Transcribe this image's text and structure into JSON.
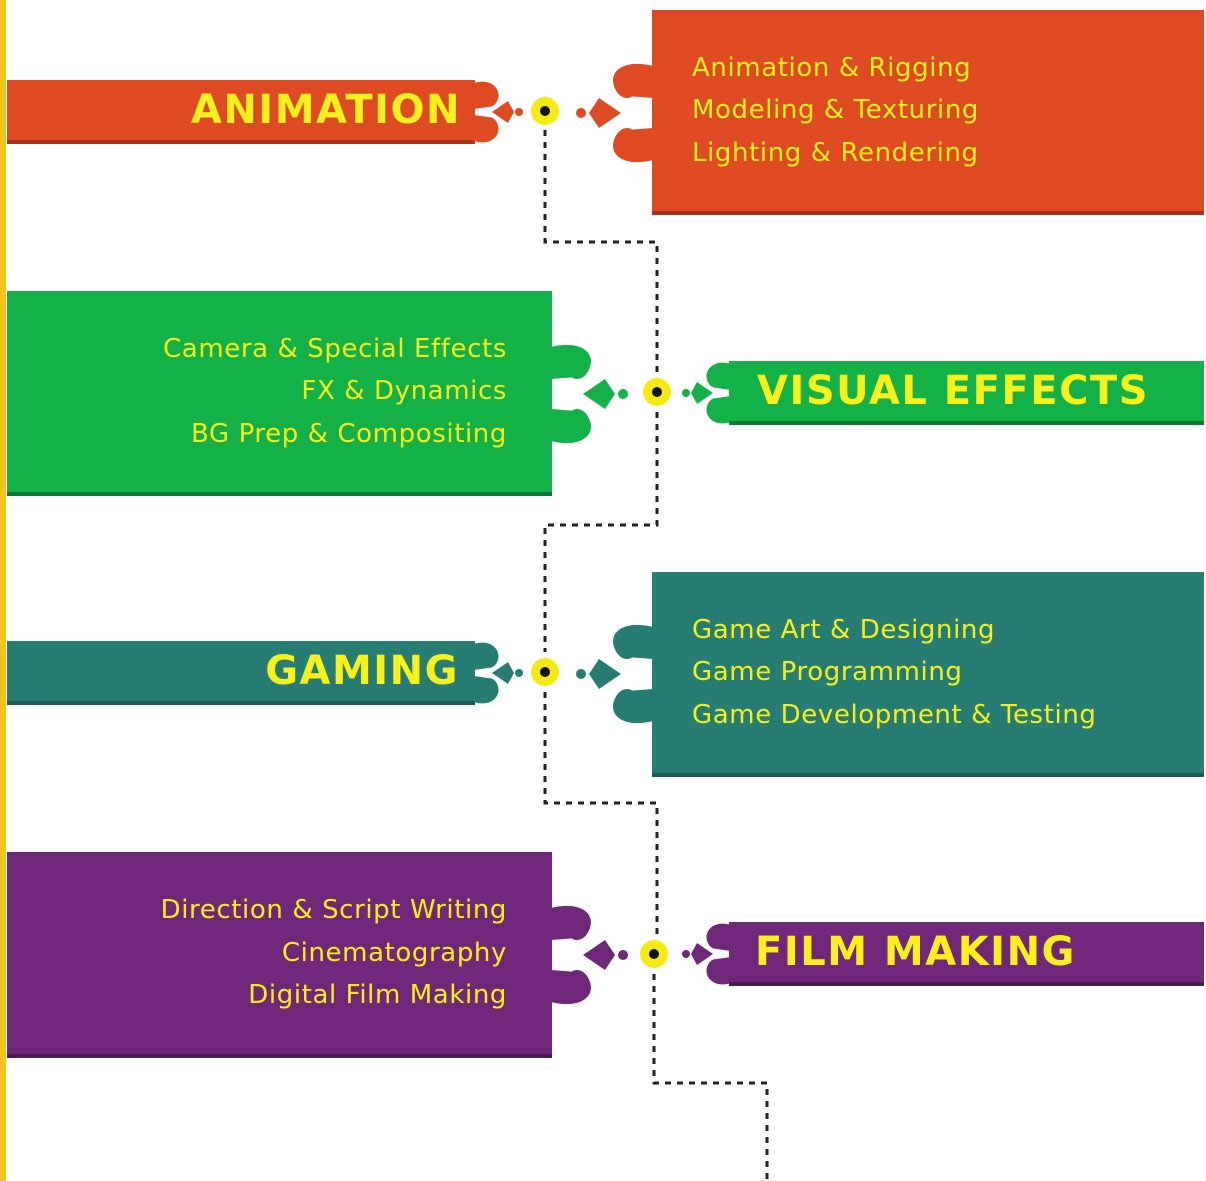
{
  "colors": {
    "accent_text": "#f6f01b",
    "side_rule": "#f2c51e",
    "node_fill": "#f6ea12",
    "node_center": "#111111"
  },
  "sections": [
    {
      "title": "ANIMATION",
      "color": "#de4a21",
      "shadow": "#a8321a",
      "items": [
        "Animation & Rigging",
        "Modeling & Texturing",
        "Lighting & Rendering"
      ]
    },
    {
      "title": "VISUAL EFFECTS",
      "color": "#14b148",
      "shadow": "#0b7a33",
      "items": [
        "Camera & Special Effects",
        "FX & Dynamics",
        "BG Prep & Compositing"
      ]
    },
    {
      "title": "GAMING",
      "color": "#277d73",
      "shadow": "#1b5a53",
      "items": [
        "Game Art & Designing",
        "Game Programming",
        "Game Development & Testing"
      ]
    },
    {
      "title": "FILM MAKING",
      "color": "#6f2779",
      "shadow": "#4e1a56",
      "items": [
        "Direction & Script Writing",
        "Cinematography",
        "Digital Film Making"
      ]
    }
  ]
}
